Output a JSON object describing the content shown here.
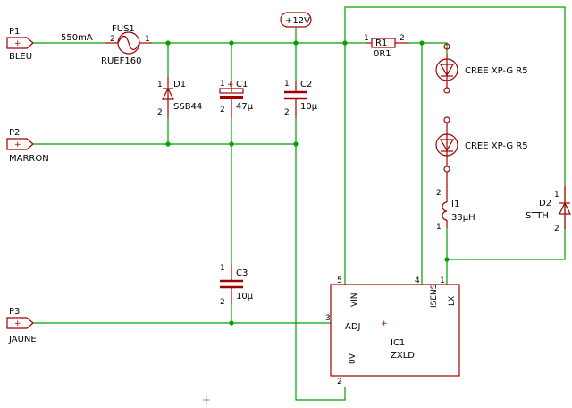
{
  "ports": [
    {
      "id": "p1",
      "name": "P1",
      "signal": "BLEU"
    },
    {
      "id": "p2",
      "name": "P2",
      "signal": "MARRON"
    },
    {
      "id": "p3",
      "name": "P3",
      "signal": "JAUNE"
    }
  ],
  "power": {
    "label": "+12V"
  },
  "annotations": {
    "current": "550mA"
  },
  "fus1": {
    "name": "FUS1",
    "value": "RUEF160",
    "pin_left": "2",
    "pin_right": "1"
  },
  "d1": {
    "name": "D1",
    "value": "SSB44",
    "pin_top": "1",
    "pin_bottom": "2"
  },
  "c1": {
    "name": "C1",
    "value": "47µ",
    "pin_top": "1",
    "pin_bottom": "2",
    "plus": "+"
  },
  "c2": {
    "name": "C2",
    "value": "10µ",
    "pin_top": "1",
    "pin_bottom": "2"
  },
  "c3": {
    "name": "C3",
    "value": "10µ",
    "pin_top": "1",
    "pin_bottom": "2"
  },
  "r1": {
    "name": "R1",
    "value": "0R1",
    "pin_left": "1",
    "pin_right": "2"
  },
  "led1": {
    "value": "CREE XP-G R5"
  },
  "led2": {
    "value": "CREE XP-G R5"
  },
  "i1": {
    "name": "I1",
    "value": "33µH",
    "pin_top": "2",
    "pin_bottom": "1"
  },
  "d2": {
    "name": "D2",
    "value": "STTH",
    "pin_top": "1",
    "pin_bottom": "2"
  },
  "ic1": {
    "name": "IC1",
    "value": "ZXLD",
    "vin": "VIN",
    "isens": "ISENS",
    "lx": "LX",
    "adj": "ADJ",
    "gnd": "0V",
    "pin_vin": "5",
    "pin_isens": "4",
    "pin_lx": "1",
    "pin_adj": "3",
    "pin_gnd": "2"
  },
  "colors": {
    "wire": "#00a000",
    "part": "#a00000",
    "text": "#000000",
    "port_fill": "#ffffff"
  }
}
